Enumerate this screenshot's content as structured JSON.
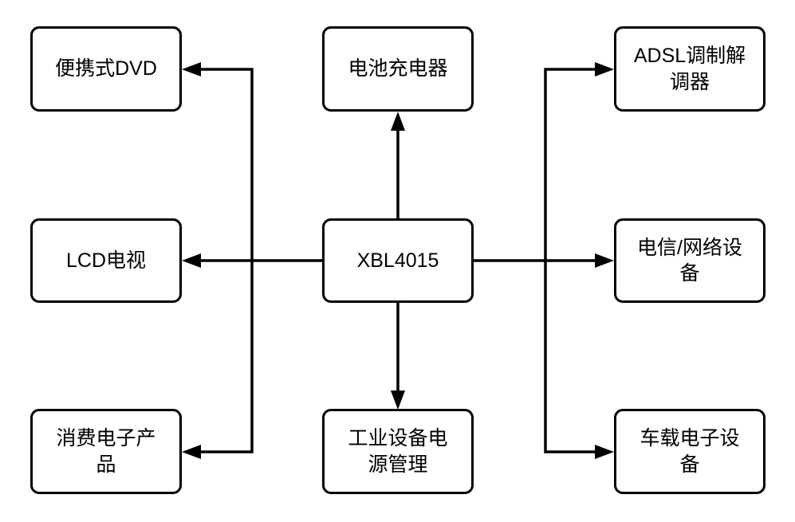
{
  "colors": {
    "background": "#ffffff",
    "line": "#000000",
    "box_border": "#000000",
    "box_fill": "#ffffff",
    "text": "#000000"
  },
  "nodes": {
    "portable_dvd": {
      "label": "便携式DVD"
    },
    "battery_charger": {
      "label": "电池充电器"
    },
    "adsl_modem": {
      "label": "ADSL调制解\n调器"
    },
    "lcd_tv": {
      "label": "LCD电视"
    },
    "xbl4015": {
      "label": "XBL4015"
    },
    "telecom_network": {
      "label": "电信/网络设\n备"
    },
    "consumer_electronics": {
      "label": "消费电子产\n品"
    },
    "industrial_power": {
      "label": "工业设备电\n源管理"
    },
    "automotive_electronics": {
      "label": "车载电子设\n备"
    }
  },
  "edges": [
    {
      "from": "xbl4015",
      "to": "battery_charger",
      "direction": "up"
    },
    {
      "from": "xbl4015",
      "to": "industrial_power",
      "direction": "down"
    },
    {
      "from": "xbl4015",
      "to": "lcd_tv",
      "direction": "left"
    },
    {
      "from": "xbl4015",
      "to": "telecom_network",
      "direction": "right"
    },
    {
      "from": "xbl4015",
      "to": "portable_dvd",
      "direction": "left-up"
    },
    {
      "from": "xbl4015",
      "to": "consumer_electronics",
      "direction": "left-down"
    },
    {
      "from": "xbl4015",
      "to": "adsl_modem",
      "direction": "right-up"
    },
    {
      "from": "xbl4015",
      "to": "automotive_electronics",
      "direction": "right-down"
    }
  ]
}
